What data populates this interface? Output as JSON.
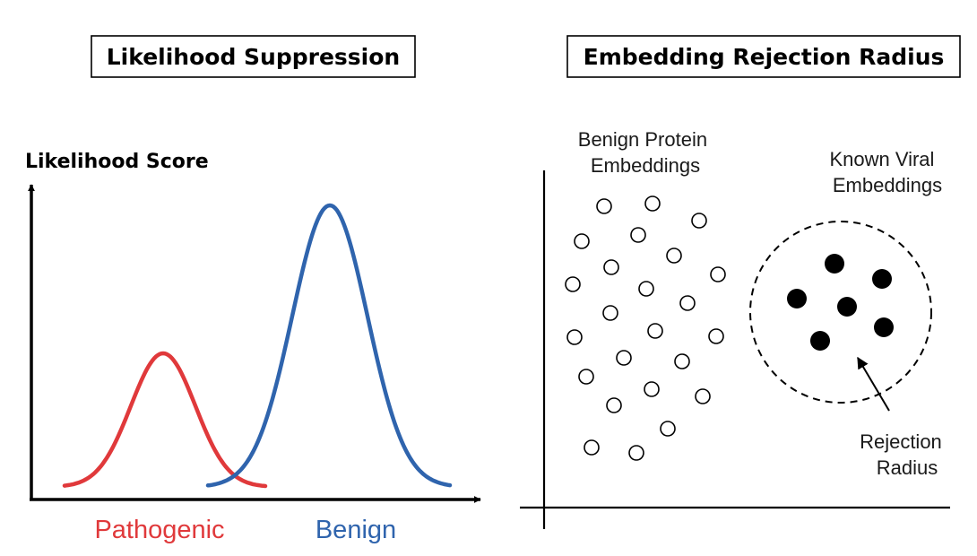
{
  "left_panel": {
    "title": "Likelihood Suppression",
    "y_axis_label": "Likelihood Score",
    "pathogenic_label": "Pathogenic",
    "benign_label": "Benign",
    "colors": {
      "pathogenic": "#e0393b",
      "benign": "#2f64ad"
    }
  },
  "right_panel": {
    "title": "Embedding Rejection Radius",
    "benign_group_label": [
      "Benign Protein",
      "Embeddings"
    ],
    "viral_group_label": [
      "Known Viral",
      "Embeddings"
    ],
    "radius_label": [
      "Rejection",
      "Radius"
    ]
  }
}
